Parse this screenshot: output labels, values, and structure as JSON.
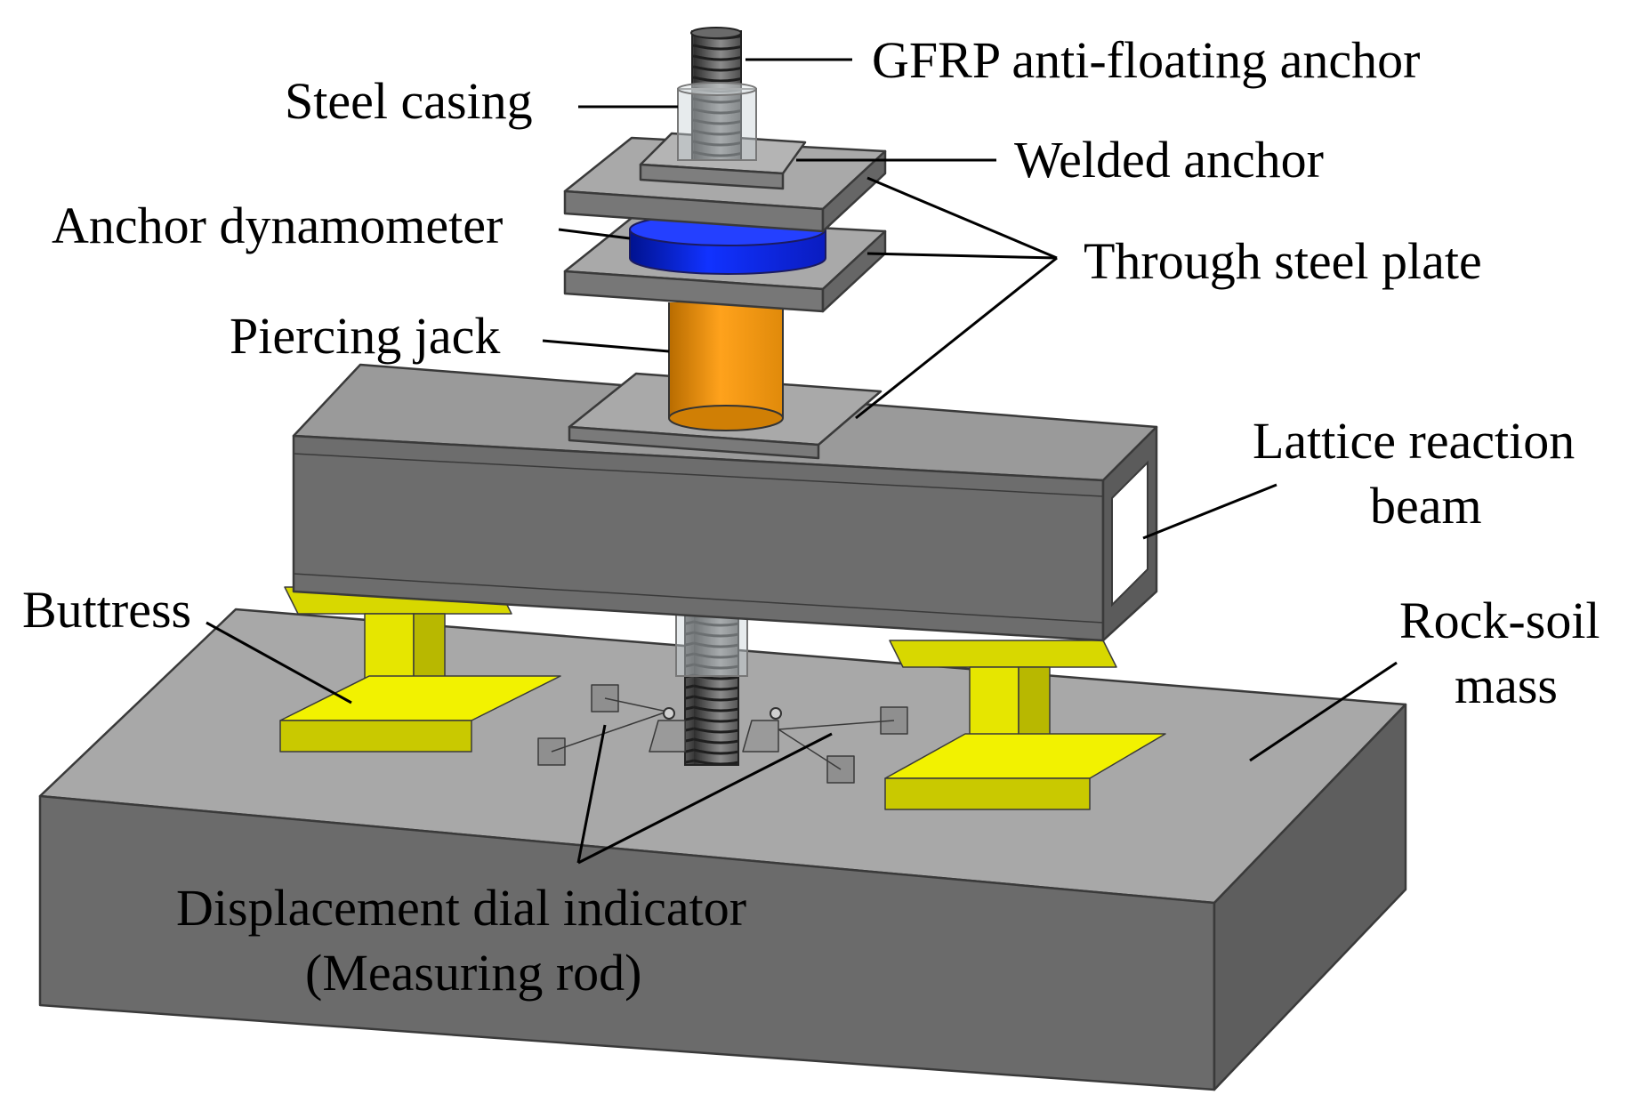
{
  "labels": {
    "gfrp_anchor": "GFRP anti-floating anchor",
    "steel_casing": "Steel casing",
    "welded_anchor": "Welded anchor",
    "anchor_dynamometer": "Anchor dynamometer",
    "through_steel_plate": "Through steel plate",
    "piercing_jack": "Piercing jack",
    "lattice_reaction_beam_line1": "Lattice reaction",
    "lattice_reaction_beam_line2": "beam",
    "buttress": "Buttress",
    "rock_soil_mass_line1": "Rock-soil",
    "rock_soil_mass_line2": "mass",
    "dial_indicator_line1": "Displacement dial indicator",
    "dial_indicator_line2": "(Measuring rod)"
  },
  "colors": {
    "steel_gray": "#a6a6a6",
    "dark_gray": "#6d6d6d",
    "buttress_yellow": "#f2f200",
    "dynamometer_blue": "#0b1fd8",
    "jack_orange": "#f59a12",
    "casing": "#c9d3d6"
  }
}
